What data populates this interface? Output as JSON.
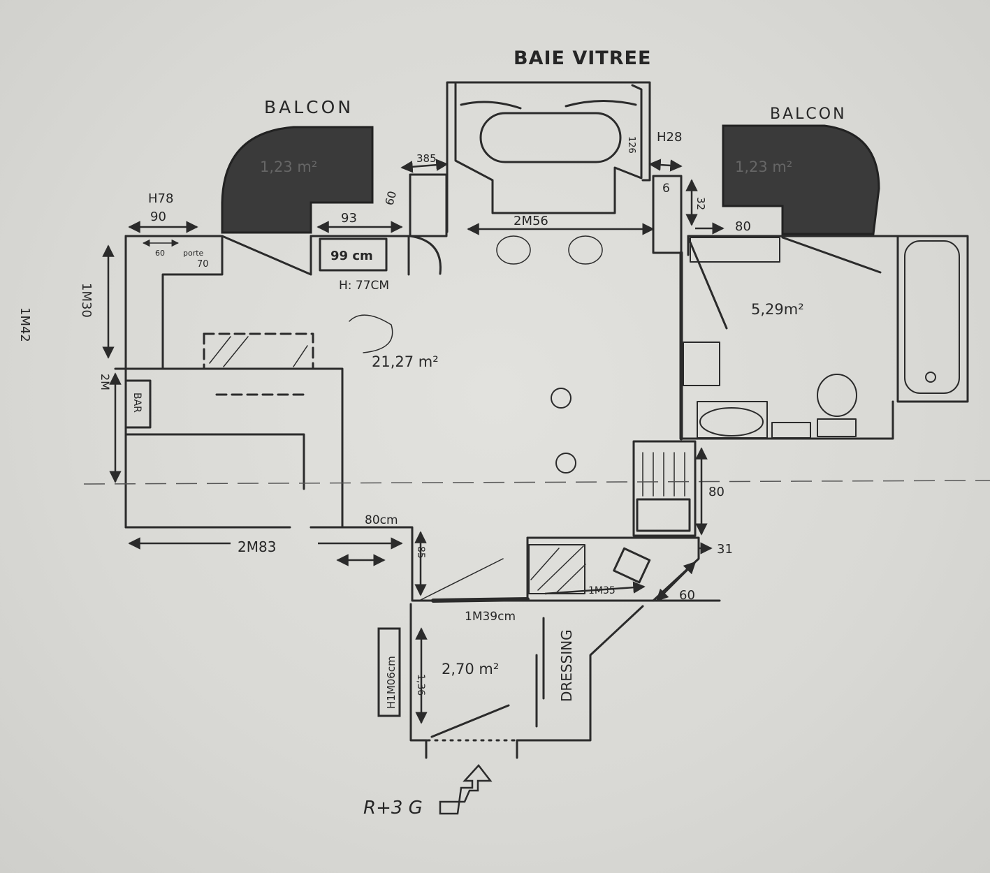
{
  "labels": {
    "baie_vitree": "BAIE VITREE",
    "balcon_left": "BALCON",
    "balcon_right": "BALCON",
    "balcon_left_area": "1,23 m²",
    "balcon_right_area": "1,23 m²",
    "main_area": "21,27 m²",
    "bath_area": "5,29m²",
    "dressing_area": "2,70 m²",
    "dressing": "DRESSING",
    "floor": "R+3 G"
  },
  "dimensions": {
    "h78": "H78",
    "w90": "90",
    "w93": "93",
    "d60a": "60",
    "d385": "385",
    "w2m56": "2M56",
    "h28": "H28",
    "d6": "6",
    "d32": "32",
    "w80top": "80",
    "desk_99": "99 cm",
    "desk_h77": "H: 77CM",
    "v1m30": "1M30",
    "v1m42": "1M42",
    "v2m": "2M",
    "shelf_60": "60",
    "shelf_porte": "porte",
    "shelf_70": "70",
    "w2m83": "2M83",
    "w80cm": "80cm",
    "d85": "85",
    "v80": "80",
    "d31": "31",
    "d60b": "60",
    "w1m35": "1M35",
    "w1m39": "1M39cm",
    "h1m06": "H1M06cm",
    "v1m36": "1,36",
    "d126": "126",
    "bar": "BAR"
  }
}
